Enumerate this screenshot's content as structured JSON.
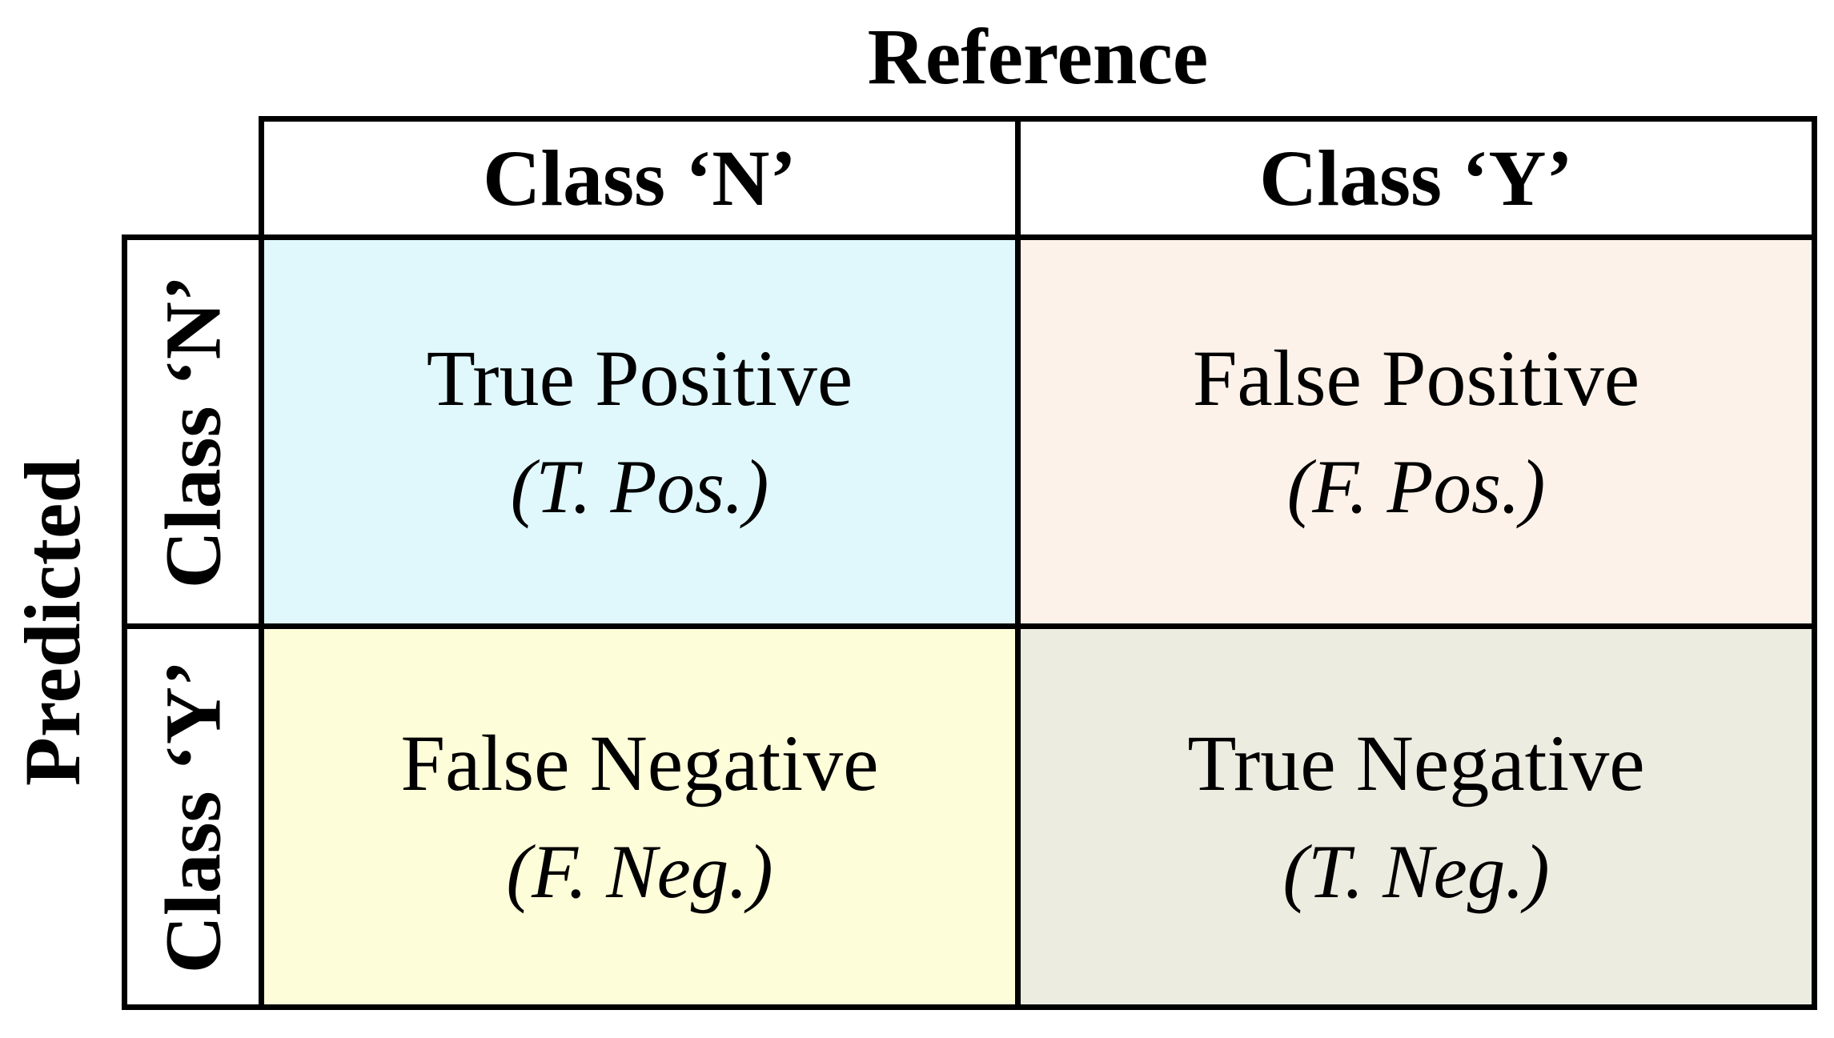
{
  "figure": {
    "top_axis_label": "Reference",
    "left_axis_label": "Predicted"
  },
  "column_headers": [
    {
      "label": "Class ‘N’"
    },
    {
      "label": "Class ‘Y’"
    }
  ],
  "row_headers": [
    {
      "label": "Class ‘N’"
    },
    {
      "label": "Class ‘Y’"
    }
  ],
  "cells": {
    "true_positive": {
      "label": "True Positive",
      "abbrev": "(T. Pos.)",
      "bg": "#E0F8FC"
    },
    "false_positive": {
      "label": "False Positive",
      "abbrev": "(F. Pos.)",
      "bg": "#FDF2E9"
    },
    "false_negative": {
      "label": "False Negative",
      "abbrev": "(F. Neg.)",
      "bg": "#FEFDD9"
    },
    "true_negative": {
      "label": "True Negative",
      "abbrev": "(T. Neg.)",
      "bg": "#EDECE0"
    }
  },
  "colors": {
    "grid_line": "#000000",
    "text": "#000000",
    "header_background": "#FFFFFF"
  }
}
